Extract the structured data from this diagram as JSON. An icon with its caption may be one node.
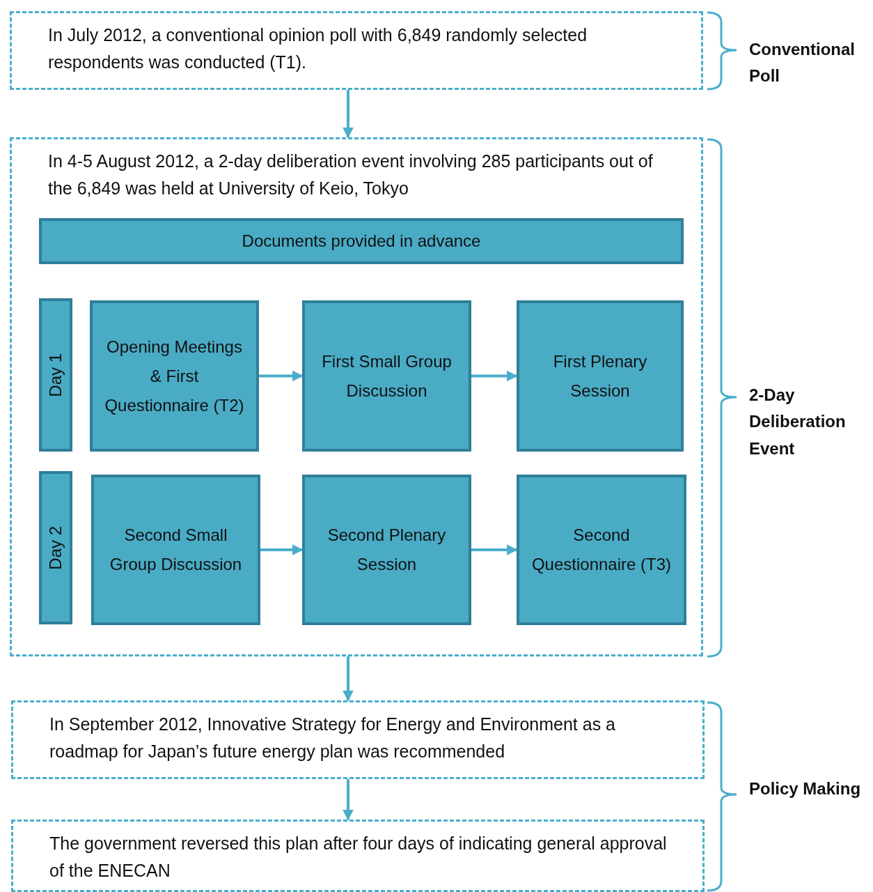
{
  "diagram": {
    "nodes": [
      {
        "text": [
          "In July 2012, a conventional opinion poll with 6,849 randomly selected respondents was conducted (T1)."
        ]
      },
      {
        "text": [
          "In 4-5 August 2012, a 2-day deliberation event involving 285 participants out of the 6,849 was held at University of Keio, Tokyo"
        ]
      },
      {
        "text": [
          "Documents provided in advance"
        ],
        "in": 1
      },
      {
        "text": [
          "Day 1"
        ],
        "in": 1
      },
      {
        "text": [
          "Opening Meetings & First Questionnaire (T2)"
        ],
        "in": 1
      },
      {
        "text": [
          "First Small Group Discussion"
        ],
        "in": 1
      },
      {
        "text": [
          "First Plenary Session"
        ],
        "in": 1
      },
      {
        "text": [
          "Day 2"
        ],
        "in": 1
      },
      {
        "text": [
          "Second Small Group Discussion"
        ],
        "in": 1
      },
      {
        "text": [
          "Second Plenary Session"
        ],
        "in": 1
      },
      {
        "text": [
          "Second Questionnaire (T3)"
        ],
        "in": 1
      },
      {
        "text": [
          "In September 2012, Innovative Strategy for Energy and Environment as a roadmap for Japan’s future energy plan was recommended"
        ]
      },
      {
        "text": [
          "The government reversed this plan after four days of indicating general approval of the ENECAN"
        ]
      }
    ],
    "edges": [
      {
        "from": 0,
        "to": 1,
        "arrow": "to"
      },
      {
        "from": 4,
        "to": 5,
        "arrow": "to"
      },
      {
        "from": 5,
        "to": 6,
        "arrow": "to"
      },
      {
        "from": 8,
        "to": 9,
        "arrow": "to"
      },
      {
        "from": 9,
        "to": 10,
        "arrow": "to"
      },
      {
        "from": 1,
        "to": 11,
        "arrow": "to"
      },
      {
        "from": 11,
        "to": 12,
        "arrow": "to"
      }
    ],
    "labels": [
      "Conventional Poll",
      "2-Day Deliberation Event",
      "Policy Making"
    ]
  }
}
